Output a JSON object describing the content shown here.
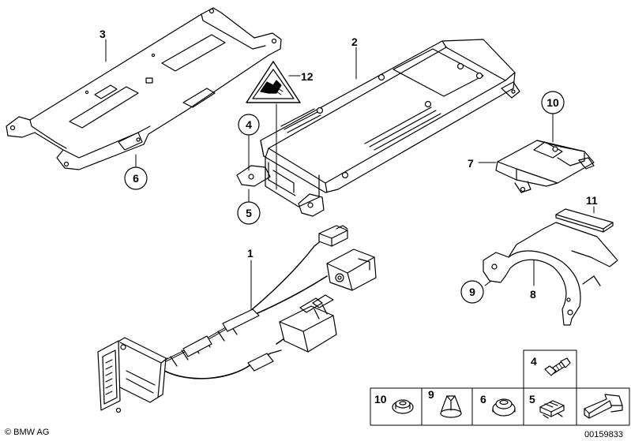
{
  "diagram": {
    "callouts": [
      {
        "id": "3",
        "label": "3"
      },
      {
        "id": "2",
        "label": "2"
      },
      {
        "id": "12",
        "label": "12"
      },
      {
        "id": "4",
        "label": "4"
      },
      {
        "id": "6",
        "label": "6"
      },
      {
        "id": "5",
        "label": "5"
      },
      {
        "id": "10",
        "label": "10"
      },
      {
        "id": "7",
        "label": "7"
      },
      {
        "id": "11",
        "label": "11"
      },
      {
        "id": "1",
        "label": "1"
      },
      {
        "id": "9",
        "label": "9"
      },
      {
        "id": "8",
        "label": "8"
      }
    ],
    "hardware_legend": [
      {
        "label": "4"
      },
      {
        "label": "10"
      },
      {
        "label": "9"
      },
      {
        "label": "6"
      },
      {
        "label": "5"
      }
    ],
    "brand": "© BMW AG",
    "drawing_number": "00159833"
  }
}
